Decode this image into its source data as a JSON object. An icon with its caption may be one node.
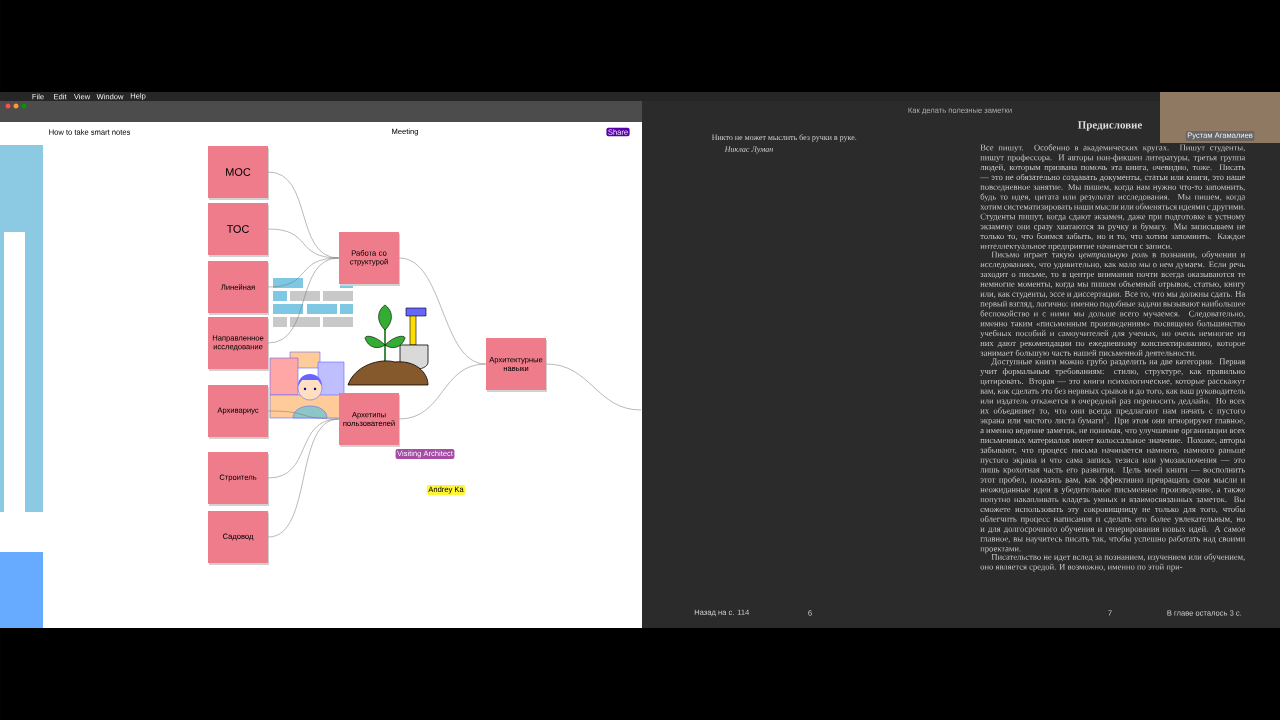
{
  "diagram": {
    "nodes": [
      {
        "text": [
          "МОС"
        ]
      },
      {
        "text": [
          "ТОС"
        ]
      },
      {
        "text": [
          "Линейная"
        ]
      },
      {
        "text": [
          "Направленное исследование"
        ]
      },
      {
        "text": [
          "Архивариус"
        ]
      },
      {
        "text": [
          "Строитель"
        ]
      },
      {
        "text": [
          "Садовод"
        ]
      },
      {
        "text": [
          "Работа со структурой"
        ]
      },
      {
        "text": [
          "Архетипы пользователей"
        ]
      },
      {
        "text": [
          "Архитектурные навыки"
        ]
      }
    ],
    "edges": [
      {
        "from": 0,
        "to": 7,
        "arrow": "none"
      },
      {
        "from": 1,
        "to": 7,
        "arrow": "none"
      },
      {
        "from": 2,
        "to": 7,
        "arrow": "none"
      },
      {
        "from": 3,
        "to": 7,
        "arrow": "none"
      },
      {
        "from": 4,
        "to": 8,
        "arrow": "none"
      },
      {
        "from": 5,
        "to": 8,
        "arrow": "none"
      },
      {
        "from": 6,
        "to": 8,
        "arrow": "none"
      },
      {
        "from": 7,
        "to": 9,
        "arrow": "none"
      },
      {
        "from": 8,
        "to": 9,
        "arrow": "none"
      },
      {
        "from": 9,
        "to": null,
        "arrow": "none"
      }
    ],
    "labels": [
      "File",
      "Edit",
      "View",
      "Window",
      "Help",
      "How to take smart notes",
      "Meeting",
      "Share",
      "Visiting Architect",
      "Andrey Ka",
      "Как делать полезные заметки",
      "Никто не может мыслить без ручки в руке.",
      "Никлас Луман",
      "Предисловие",
      "Рустам Агамалиев",
      "Все пишут. Особенно в академических кругах. Пишут студенты, пишут профессора. И авторы нон-фикшен литературы, третья группа людей, которым призвана помочь эта книга, очевидно, тоже. Писать — это не обязательно создавать документы, статьи или книги, это наше повседневное занятие. Мы пишем, когда нам нужно что-то запомнить, будь то идея, цитата или результат исследования. Мы пишем, когда хотим систематизировать наши мысли или обменяться идеями с другими. Студенты пишут, когда сдают экзамен, даже при подготовке к устному экзамену они сразу хватаются за ручку и бумагу. Мы записываем не только то, что боимся забыть, но и то, что хотим запомнить. Каждое интеллектуальное предприятие начинается с записи.",
      "Письмо играет такую *центральную роль* в познании, обучении и исследованиях, что удивительно, как мало мы о нем думаем. Если речь заходит о письме, то в центре внимания почти всегда оказываются те немногие моменты, когда мы пишем объемный отрывок, статью, книгу или, как студенты, эссе и диссертации. Все то, что мы должны сдать. На первый взгляд, логично: именно подобные задачи вызывают наибольшее беспокойство и с ними мы дольше всего мучаемся. Следовательно, именно таким «письменным произведениям» посвящено большинство учебных пособий и самоучителей для ученых, но очень немногие из них дают рекомендации по ежедневному конспектированию, которое занимает большую часть нашей письменной деятельности.",
      "Доступные книги можно грубо разделить на две категории. Первая учит формальным требованиям: стилю, структуре, как правильно цитировать. Вторая — это книги психологические, которые расскажут вам, как сделать это без нервных срывов и до того, как ваш руководитель или издатель откажется в очередной раз переносить дедлайн. Но всех их объединяет то, что они всегда предлагают нам начать с пустого экрана или чистого листа бумаги$^{1}$. При этом они игнорируют главное, а именно ведение заметок, не понимая, что улучшение организации всех письменных материалов имеет колоссальное значение. Похоже, авторы забывают, что процесс письма начинается намного, намного раньше пустого экрана и что сама запись тезиса или умозаключения — это лишь крохотная часть его развития. Цель моей книги — восполнить этот пробел, показать вам, как эффективно превращать свои мысли и неожиданные идеи в убедительное письменное произведение, а также попутно накапливать кладезь умных и взаимосвязанных заметок. Вы сможете использовать эту сокровищницу не только для того, чтобы облегчить процесс написания и сделать его более увлекательным, но и для долгосрочного обучения и генерирования новых идей. А самое главное, вы научитесь писать так, чтобы успешно работать над своими проектами.",
      "Писательство не идет вслед за познанием, изучением или обучением, оно является средой. И возможно, именно по этой при-",
      "Назад на с. 114",
      "6",
      "7",
      "В главе осталось 3 с."
    ]
  }
}
